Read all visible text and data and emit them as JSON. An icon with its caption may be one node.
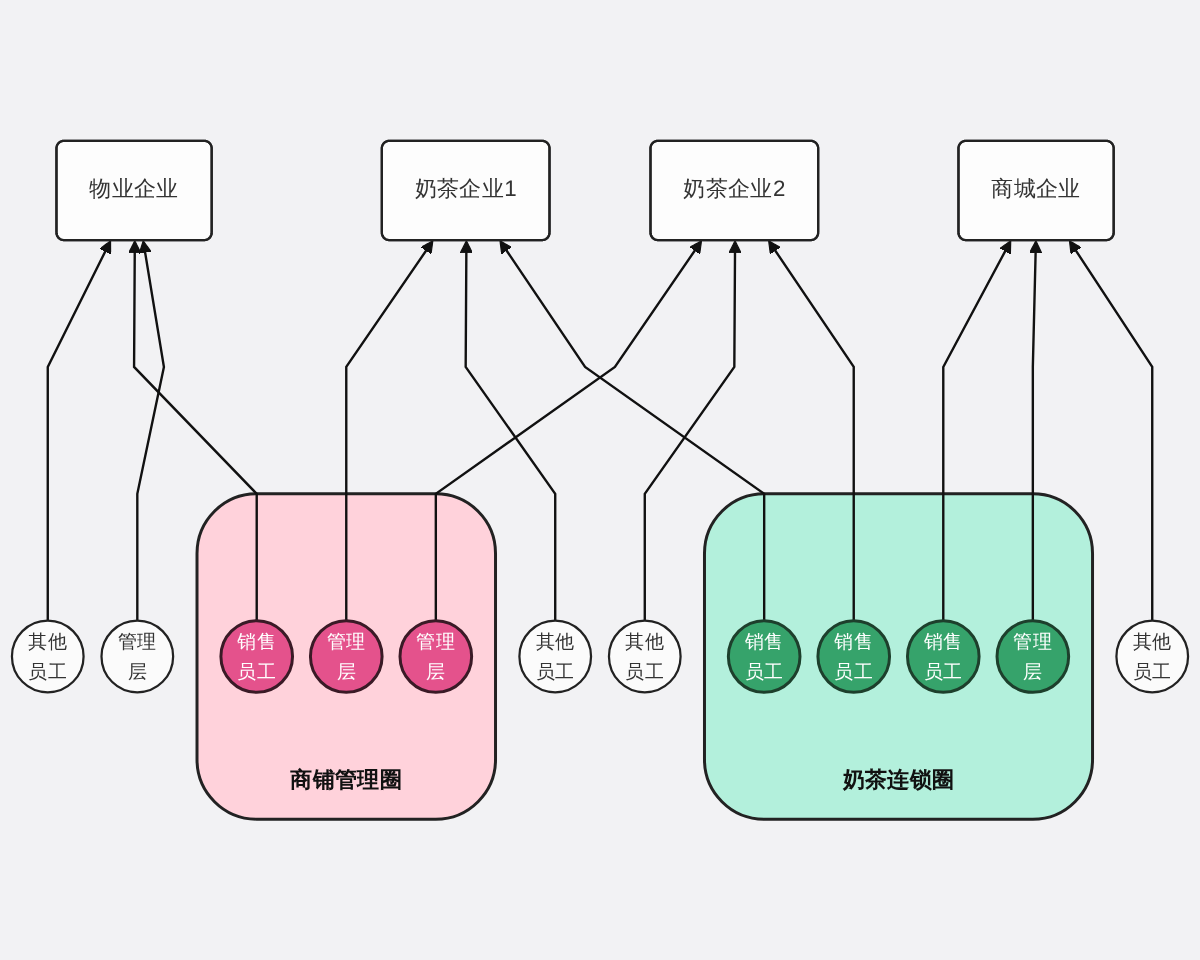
{
  "diagram": {
    "nodes": [
      {
        "text": [
          "物业企业"
        ]
      },
      {
        "text": [
          "商城企业"
        ]
      },
      {
        "text": [
          "其他员工"
        ]
      },
      {
        "text": [
          "管理层"
        ]
      },
      {
        "text": [
          "其他员工"
        ]
      },
      {
        "text": [
          "奶茶企业1"
        ]
      },
      {
        "text": [
          "商铺管理圈"
        ]
      },
      {
        "text": [
          "销售员工"
        ],
        "in": 6
      },
      {
        "text": [
          "管理层"
        ],
        "in": 6
      },
      {
        "text": [
          "管理层"
        ],
        "in": 6
      },
      {
        "text": [
          "奶茶连锁圈"
        ]
      },
      {
        "text": [
          "销售员工"
        ],
        "in": 10
      },
      {
        "text": [
          "管理层"
        ],
        "in": 10
      },
      {
        "text": [
          "销售员工"
        ],
        "in": 10
      },
      {
        "text": [
          "销售员工"
        ],
        "in": 10
      },
      {
        "text": [
          "其他员工"
        ]
      },
      {
        "text": [
          "其他员工"
        ]
      },
      {
        "text": [
          "奶茶企业2"
        ]
      }
    ],
    "edges": [
      {
        "from": 2,
        "to": 0,
        "arrow": "to"
      },
      {
        "from": 7,
        "to": 0,
        "arrow": "to"
      },
      {
        "from": 3,
        "to": 0,
        "arrow": "to"
      },
      {
        "from": 11,
        "to": 1,
        "arrow": "to"
      },
      {
        "from": 12,
        "to": 1,
        "arrow": "to"
      },
      {
        "from": 4,
        "to": 1,
        "arrow": "to"
      },
      {
        "from": 8,
        "to": 5,
        "arrow": "to"
      },
      {
        "from": 15,
        "to": 5,
        "arrow": "to"
      },
      {
        "from": 13,
        "to": 5,
        "arrow": "to"
      },
      {
        "from": 9,
        "to": 17,
        "arrow": "to"
      },
      {
        "from": 16,
        "to": 17,
        "arrow": "to"
      },
      {
        "from": 14,
        "to": 17,
        "arrow": "to"
      }
    ]
  }
}
